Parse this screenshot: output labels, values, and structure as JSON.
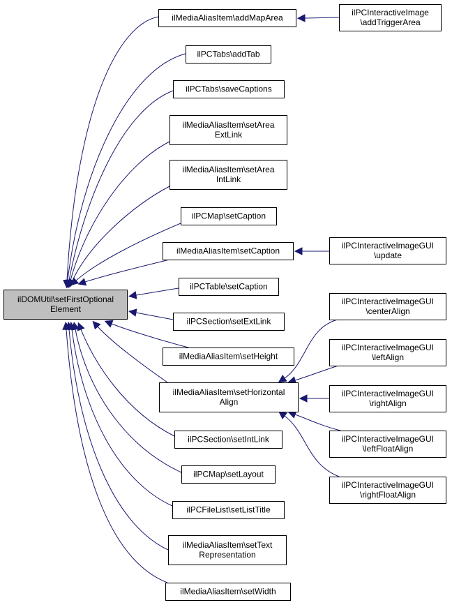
{
  "nodes": [
    {
      "id": "root",
      "lines": [
        "ilDOMUtil\\setFirstOptional",
        "Element"
      ],
      "root": true
    },
    {
      "id": "addMapArea",
      "lines": [
        "ilMediaAliasItem\\addMapArea"
      ]
    },
    {
      "id": "addTriggerArea",
      "lines": [
        "ilPCInteractiveImage",
        "\\addTriggerArea"
      ]
    },
    {
      "id": "addTab",
      "lines": [
        "ilPCTabs\\addTab"
      ]
    },
    {
      "id": "saveCaptions",
      "lines": [
        "ilPCTabs\\saveCaptions"
      ]
    },
    {
      "id": "setAreaExtLink",
      "lines": [
        "ilMediaAliasItem\\setArea",
        "ExtLink"
      ]
    },
    {
      "id": "setAreaIntLink",
      "lines": [
        "ilMediaAliasItem\\setArea",
        "IntLink"
      ]
    },
    {
      "id": "mapSetCaption",
      "lines": [
        "ilPCMap\\setCaption"
      ]
    },
    {
      "id": "aliasSetCaption",
      "lines": [
        "ilMediaAliasItem\\setCaption"
      ]
    },
    {
      "id": "guiUpdate",
      "lines": [
        "ilPCInteractiveImageGUI",
        "\\update"
      ]
    },
    {
      "id": "tableSetCaption",
      "lines": [
        "ilPCTable\\setCaption"
      ]
    },
    {
      "id": "sectionSetExtLink",
      "lines": [
        "ilPCSection\\setExtLink"
      ]
    },
    {
      "id": "setHeight",
      "lines": [
        "ilMediaAliasItem\\setHeight"
      ]
    },
    {
      "id": "setHorizontalAlign",
      "lines": [
        "ilMediaAliasItem\\setHorizontal",
        "Align"
      ]
    },
    {
      "id": "centerAlign",
      "lines": [
        "ilPCInteractiveImageGUI",
        "\\centerAlign"
      ]
    },
    {
      "id": "leftAlign",
      "lines": [
        "ilPCInteractiveImageGUI",
        "\\leftAlign"
      ]
    },
    {
      "id": "rightAlign",
      "lines": [
        "ilPCInteractiveImageGUI",
        "\\rightAlign"
      ]
    },
    {
      "id": "leftFloatAlign",
      "lines": [
        "ilPCInteractiveImageGUI",
        "\\leftFloatAlign"
      ]
    },
    {
      "id": "rightFloatAlign",
      "lines": [
        "ilPCInteractiveImageGUI",
        "\\rightFloatAlign"
      ]
    },
    {
      "id": "sectionSetIntLink",
      "lines": [
        "ilPCSection\\setIntLink"
      ]
    },
    {
      "id": "setLayout",
      "lines": [
        "ilPCMap\\setLayout"
      ]
    },
    {
      "id": "setListTitle",
      "lines": [
        "ilPCFileList\\setListTitle"
      ]
    },
    {
      "id": "setTextRepresentation",
      "lines": [
        "ilMediaAliasItem\\setText",
        "Representation"
      ]
    },
    {
      "id": "setWidth",
      "lines": [
        "ilMediaAliasItem\\setWidth"
      ]
    }
  ],
  "edges": [
    {
      "from": "addMapArea",
      "to": "root"
    },
    {
      "from": "addTriggerArea",
      "to": "addMapArea"
    },
    {
      "from": "addTab",
      "to": "root"
    },
    {
      "from": "saveCaptions",
      "to": "root"
    },
    {
      "from": "setAreaExtLink",
      "to": "root"
    },
    {
      "from": "setAreaIntLink",
      "to": "root"
    },
    {
      "from": "mapSetCaption",
      "to": "root"
    },
    {
      "from": "aliasSetCaption",
      "to": "root"
    },
    {
      "from": "guiUpdate",
      "to": "aliasSetCaption"
    },
    {
      "from": "tableSetCaption",
      "to": "root"
    },
    {
      "from": "sectionSetExtLink",
      "to": "root"
    },
    {
      "from": "setHeight",
      "to": "root"
    },
    {
      "from": "setHorizontalAlign",
      "to": "root"
    },
    {
      "from": "centerAlign",
      "to": "setHorizontalAlign"
    },
    {
      "from": "leftAlign",
      "to": "setHorizontalAlign"
    },
    {
      "from": "rightAlign",
      "to": "setHorizontalAlign"
    },
    {
      "from": "leftFloatAlign",
      "to": "setHorizontalAlign"
    },
    {
      "from": "rightFloatAlign",
      "to": "setHorizontalAlign"
    },
    {
      "from": "sectionSetIntLink",
      "to": "root"
    },
    {
      "from": "setLayout",
      "to": "root"
    },
    {
      "from": "setListTitle",
      "to": "root"
    },
    {
      "from": "setTextRepresentation",
      "to": "root"
    },
    {
      "from": "setWidth",
      "to": "root"
    }
  ],
  "colors": {
    "edge": "#191970",
    "root_fill": "#bfbfbf",
    "node_fill": "#ffffff",
    "border": "#000000"
  }
}
